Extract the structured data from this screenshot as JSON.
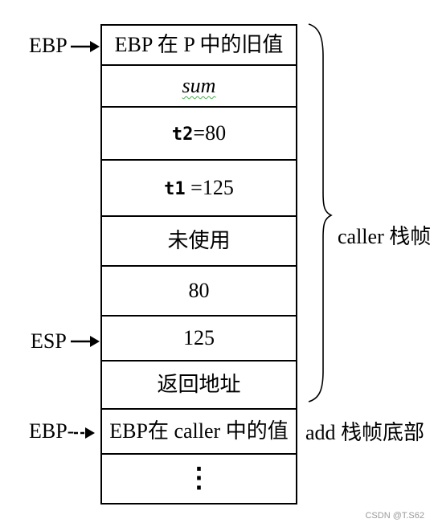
{
  "pointers": {
    "ebp_top": "EBP",
    "esp": "ESP",
    "ebp_bottom": "EBP-"
  },
  "cells": [
    {
      "id": "old-ebp",
      "text": "EBP 在 P 中的旧值"
    },
    {
      "id": "sum",
      "text": "sum"
    },
    {
      "id": "t2",
      "prefix": "t2",
      "suffix": "=80"
    },
    {
      "id": "t1",
      "prefix": "t1",
      "suffix": " =125"
    },
    {
      "id": "unused",
      "text": "未使用"
    },
    {
      "id": "arg-80",
      "text": "80"
    },
    {
      "id": "arg-125",
      "text": "125"
    },
    {
      "id": "return-address",
      "text": "返回地址"
    },
    {
      "id": "caller-ebp",
      "text": "EBP在 caller 中的值"
    },
    {
      "id": "ellipsis",
      "text": "⋮"
    }
  ],
  "brace_label": "caller 栈帧",
  "add_label": "add 栈帧底部",
  "watermark": "CSDN @T.S62"
}
